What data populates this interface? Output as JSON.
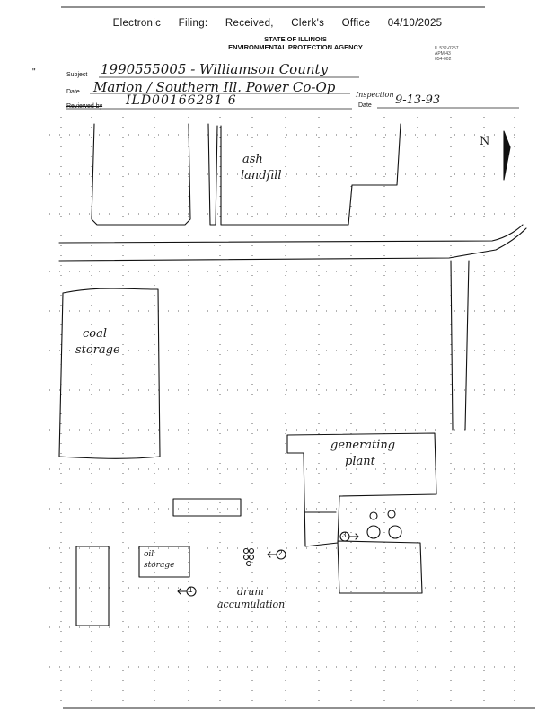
{
  "header": {
    "stamp_left": "Electronic",
    "stamp_filing": "Filing:",
    "stamp_received": "Received,",
    "stamp_clerk": "Clerk's",
    "stamp_office": "Office",
    "stamp_date": "04/10/2025",
    "state": "STATE OF ILLINOIS",
    "agency": "ENVIRONMENTAL PROTECTION AGENCY",
    "form_codes": [
      "IL 532-0257",
      "APM 43",
      "054-002"
    ]
  },
  "form": {
    "subject_label": "Subject",
    "subject_value": "1990555005 - Williamson County",
    "date_label": "Date",
    "date_value": "Marion / Southern Ill. Power Co-Op",
    "reviewed_label": "Reviewed by",
    "reviewed_value": "ILD00166281 6",
    "inspection_label": "Inspection",
    "inspection_date_label": "Date",
    "inspection_date_value": "9-13-93",
    "margin_mark": "\""
  },
  "sketch": {
    "north_label": "N",
    "ash_label_1": "ash",
    "ash_label_2": "landfill",
    "coal_label_1": "coal",
    "coal_label_2": "storage",
    "plant_label_1": "generating",
    "plant_label_2": "plant",
    "oil_label_1": "oil",
    "oil_label_2": "storage",
    "drum_label_1": "drum",
    "drum_label_2": "accumulation",
    "marker_1": "1",
    "marker_2": "2",
    "marker_3": "3"
  }
}
